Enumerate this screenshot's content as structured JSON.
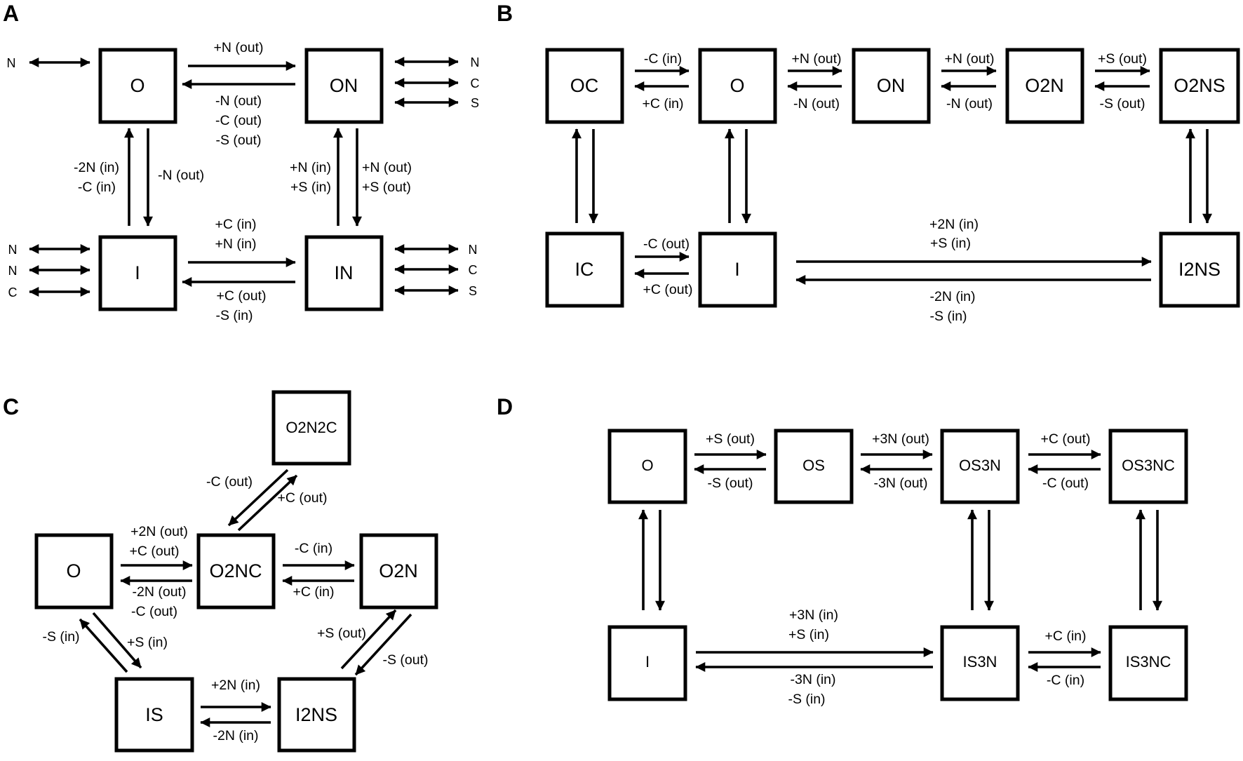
{
  "panels": {
    "a": {
      "label": "A",
      "states": {
        "o": "O",
        "on": "ON",
        "i": "I",
        "in": "IN"
      },
      "ions_o": [
        "N"
      ],
      "ions_on": [
        "N",
        "C",
        "S"
      ],
      "ions_i": [
        "N",
        "N",
        "C"
      ],
      "ions_in": [
        "N",
        "C",
        "S"
      ],
      "o_on_fwd": [
        "+N (out)"
      ],
      "o_on_back": [
        "-N (out)",
        "-C (out)",
        "-S (out)"
      ],
      "i_o_up": [
        "-2N (in)",
        "-C (in)"
      ],
      "o_i_down": [
        "-N (out)"
      ],
      "in_on_up": [
        "+N (in)",
        "+S (in)"
      ],
      "on_in_down": [
        "+N (out)",
        "+S (out)"
      ],
      "i_in_fwd": [
        "+C (in)",
        "+N (in)"
      ],
      "i_in_back": [
        "+C (out)",
        "-S (in)"
      ]
    },
    "b": {
      "label": "B",
      "states": {
        "oc": "OC",
        "o": "O",
        "on": "ON",
        "o2n": "O2N",
        "o2ns": "O2NS",
        "ic": "IC",
        "i": "I",
        "i2ns": "I2NS"
      },
      "oc_o_fwd": "-C (in)",
      "oc_o_back": "+C (in)",
      "o_on_fwd": "+N (out)",
      "o_on_back": "-N (out)",
      "on_o2n_fwd": "+N (out)",
      "on_o2n_back": "-N (out)",
      "o2n_o2ns_fwd": "+S (out)",
      "o2n_o2ns_back": "-S (out)",
      "ic_i_fwd": "-C (out)",
      "ic_i_back": "+C (out)",
      "i_i2ns_fwd": [
        "+2N (in)",
        "+S (in)"
      ],
      "i_i2ns_back": [
        "-2N (in)",
        "-S (in)"
      ]
    },
    "c": {
      "label": "C",
      "states": {
        "o2n2c": "O2N2C",
        "o": "O",
        "o2nc": "O2NC",
        "o2n": "O2N",
        "is": "IS",
        "i2ns": "I2NS"
      },
      "o2nc_o2n2c_a": "-C (out)",
      "o2nc_o2n2c_b": "+C (out)",
      "o_o2nc_fwd": [
        "+2N (out)",
        "+C (out)"
      ],
      "o_o2nc_back": [
        "-2N (out)",
        "-C (out)"
      ],
      "o2nc_o2n_fwd": "-C (in)",
      "o2nc_o2n_back": "+C (in)",
      "o_is_a": "-S (in)",
      "o_is_b": "+S (in)",
      "o2n_i2ns_a": "+S (out)",
      "o2n_i2ns_b": "-S (out)",
      "is_i2ns_fwd": "+2N (in)",
      "is_i2ns_back": "-2N (in)"
    },
    "d": {
      "label": "D",
      "states": {
        "o": "O",
        "os": "OS",
        "os3n": "OS3N",
        "os3nc": "OS3NC",
        "i": "I",
        "is3n": "IS3N",
        "is3nc": "IS3NC"
      },
      "o_os_fwd": "+S (out)",
      "o_os_back": "-S (out)",
      "os_os3n_fwd": "+3N (out)",
      "os_os3n_back": "-3N (out)",
      "os3n_os3nc_fwd": "+C (out)",
      "os3n_os3nc_back": "-C (out)",
      "i_is3n_fwd": [
        "+3N (in)",
        "+S (in)"
      ],
      "i_is3n_back": [
        "-3N (in)",
        "-S (in)"
      ],
      "is3n_is3nc_fwd": "+C (in)",
      "is3n_is3nc_back": "-C (in)"
    }
  }
}
